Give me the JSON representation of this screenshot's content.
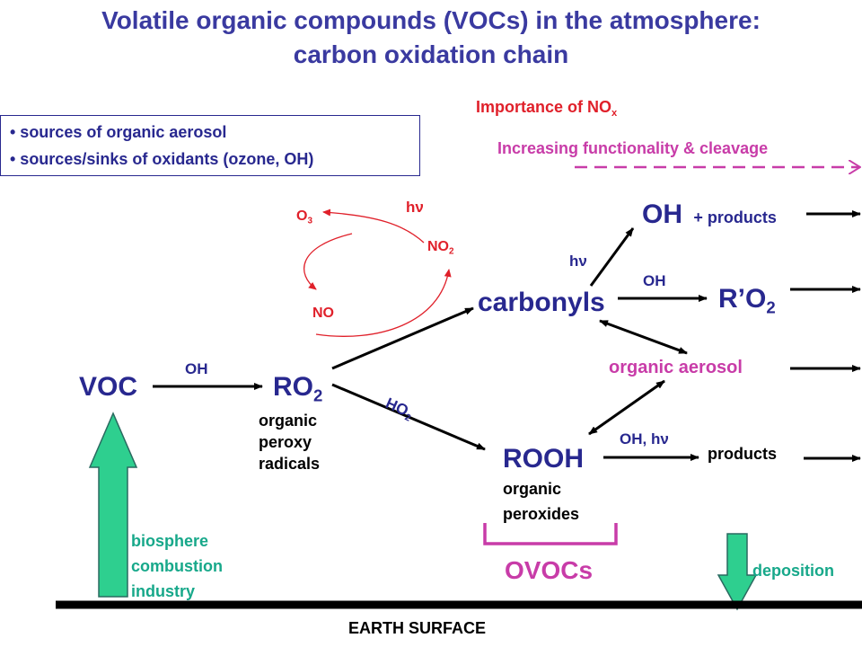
{
  "title": {
    "line1": "Volatile organic compounds (VOCs) in the atmosphere:",
    "line2": "carbon oxidation chain"
  },
  "info_box": {
    "items": [
      "• sources of organic aerosol",
      "• sources/sinks of oxidants (ozone, OH)"
    ]
  },
  "nox": {
    "importance_label": "Importance of NO",
    "importance_sub": "x",
    "trend_label": "Increasing functionality & cleavage"
  },
  "cycle": {
    "o3": "O",
    "o3_sub": "3",
    "hv_top": "hν",
    "no2": "NO",
    "no2_sub": "2",
    "no": "NO"
  },
  "nodes": {
    "voc": "VOC",
    "oh_voc": "OH",
    "ro2": "RO",
    "ro2_sub": "2",
    "ro2_desc": [
      "organic",
      "peroxy",
      "radicals"
    ],
    "ho2": "HO",
    "ho2_sub": "2",
    "carbonyls": "carbonyls",
    "hv_carbonyl": "hν",
    "oh_product": "OH",
    "oh_product_suffix": "+ products",
    "oh_carbonyl": "OH",
    "r_o2": "R’O",
    "r_o2_sub": "2",
    "organic_aerosol": "organic aerosol",
    "rooh": "ROOH",
    "rooh_desc": [
      "organic",
      "peroxides"
    ],
    "oh_hv": "OH, hν",
    "products": "products",
    "ovocs": "OVOCs"
  },
  "surface": {
    "sources": [
      "biosphere",
      "combustion",
      "industry"
    ],
    "deposition": "deposition",
    "earth": "EARTH SURFACE"
  },
  "colors": {
    "navy": "#28288f",
    "red": "#e0202a",
    "magenta": "#c83ca8",
    "teal": "#17a88a",
    "green_arrow": "#2ecf8f"
  }
}
